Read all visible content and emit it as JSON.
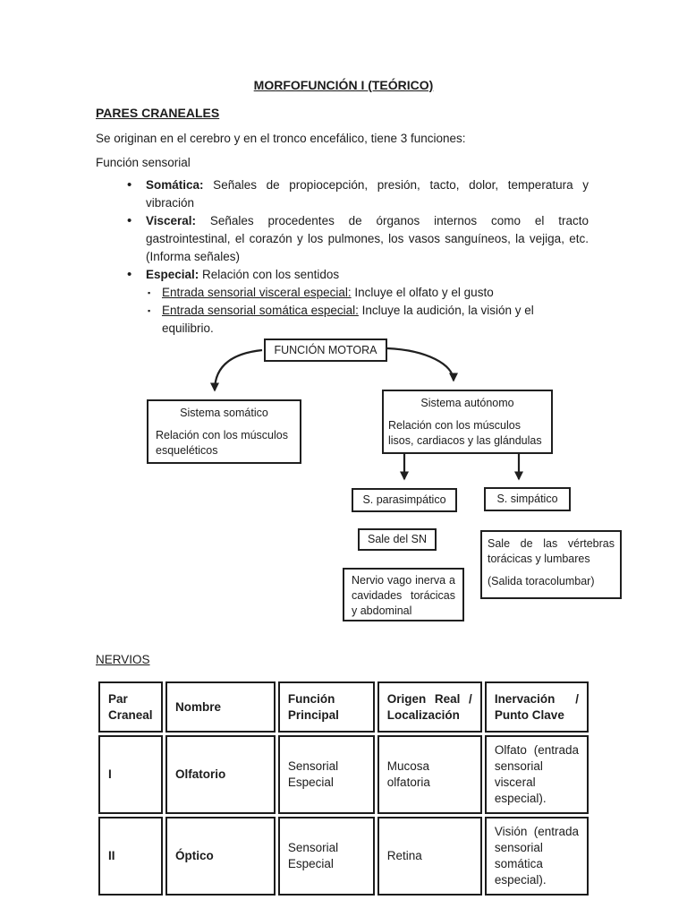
{
  "doc": {
    "title": "MORFOFUNCIÓN I (TEÓRICO)",
    "section_heading": "PARES CRANEALES",
    "intro": "Se originan en el cerebro y en el tronco encefálico, tiene 3 funciones:",
    "function_label": "Función sensorial",
    "bullets": [
      {
        "term": "Somática:",
        "desc": " Señales de propiocepción, presión, tacto, dolor, temperatura y vibración"
      },
      {
        "term": "Visceral:",
        "desc": " Señales procedentes de órganos internos como el tracto gastrointestinal, el corazón y los pulmones, los vasos sanguíneos, la vejiga, etc. (Informa señales)"
      },
      {
        "term": "Especial:",
        "desc": " Relación con los sentidos"
      }
    ],
    "sub_bullets": [
      {
        "underlined": "Entrada sensorial visceral especial:",
        "rest": " Incluye el olfato y el gusto"
      },
      {
        "underlined": "Entrada sensorial somática especial:",
        "rest": " Incluye la audición, la visión y el equilibrio."
      }
    ]
  },
  "diagram": {
    "motor_function": "FUNCIÓN MOTORA",
    "somatic_title": "Sistema somático",
    "somatic_body": "Relación con los músculos esqueléticos",
    "autonomic_title": "Sistema autónomo",
    "autonomic_body": "Relación con los músculos lisos, cardiacos y las glándulas",
    "parasympathetic": "S. parasimpático",
    "sympathetic": "S. simpático",
    "cns_exit": "Sale del SN",
    "vagus": "Nervio vago inerva a cavidades torácicas y abdominal",
    "sympathetic_exit_line1": "Sale de las vértebras torácicas y lumbares",
    "sympathetic_exit_line2": "(Salida toracolumbar)"
  },
  "nerves": {
    "heading": "NERVIOS",
    "table": {
      "headers": [
        "Par Craneal",
        "Nombre",
        "Función Principal",
        "Origen Real / Localización",
        "Inervación / Punto Clave"
      ],
      "rows": [
        {
          "par": "I",
          "nombre": "Olfatorio",
          "funcion": "Sensorial Especial",
          "origen": "Mucosa olfatoria",
          "inervacion": "Olfato (entrada sensorial visceral especial)."
        },
        {
          "par": "II",
          "nombre": "Óptico",
          "funcion": "Sensorial Especial",
          "origen": "Retina",
          "inervacion": "Visión (entrada sensorial somática especial)."
        }
      ]
    }
  }
}
